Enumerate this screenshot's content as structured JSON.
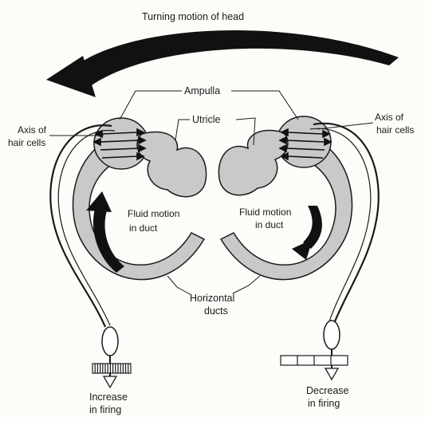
{
  "labels": {
    "turning_motion": "Turning motion of head",
    "ampulla": "Ampulla",
    "utricle": "Utricle",
    "axis_left_1": "Axis of",
    "axis_left_2": "hair cells",
    "axis_right_1": "Axis of",
    "axis_right_2": "hair cells",
    "fluid_left_1": "Fluid motion",
    "fluid_left_2": "in duct",
    "fluid_right_1": "Fluid motion",
    "fluid_right_2": "in duct",
    "horizontal_1": "Horizontal",
    "horizontal_2": "ducts",
    "increase_1": "Increase",
    "increase_2": "in firing",
    "decrease_1": "Decrease",
    "decrease_2": "in firing"
  },
  "colors": {
    "duct_fill": "#c9c9c9",
    "stroke": "#1a1a1a",
    "arrow_fill": "#111111"
  },
  "firing_bars": {
    "left_lines": 14,
    "right_lines": 3
  }
}
